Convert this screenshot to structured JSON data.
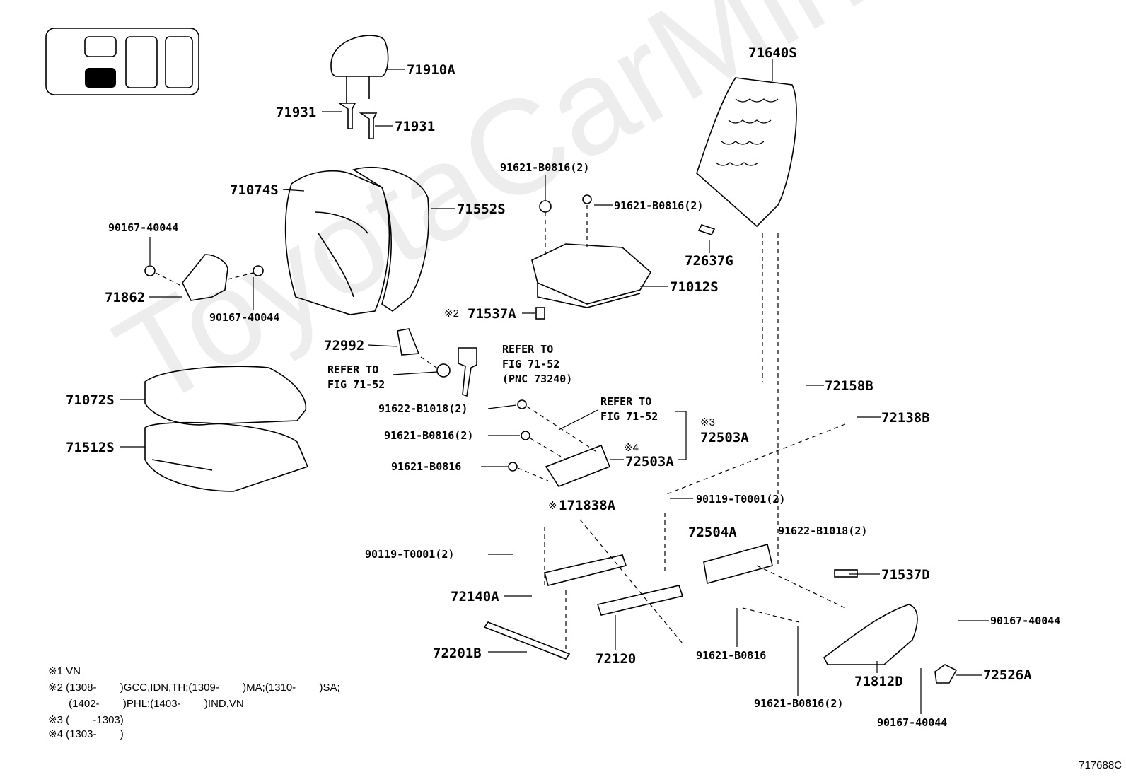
{
  "watermark": "ToyotaCarMine.ru",
  "diagram_code": "717688C",
  "labels": {
    "l71910A": "71910A",
    "l71931a": "71931",
    "l71931b": "71931",
    "l71074S": "71074S",
    "l71552S": "71552S",
    "l90167a": "90167-40044",
    "l90167b": "90167-40044",
    "l71862": "71862",
    "l71072S": "71072S",
    "l71512S": "71512S",
    "l91621a": "91621-B0816(2)",
    "l91621b": "91621-B0816(2)",
    "l71012S": "71012S",
    "l71537A": "71537A",
    "l71640S": "71640S",
    "l72637G": "72637G",
    "l72992": "72992",
    "refer1a": "REFER TO",
    "refer1b": "FIG 71-52",
    "refer2a": "REFER TO",
    "refer2b": "FIG 71-52",
    "refer2c": "(PNC 73240)",
    "refer3a": "REFER TO",
    "refer3b": "FIG 71-52",
    "l91622a": "91622-B1018(2)",
    "l91621c": "91621-B0816(2)",
    "l91621d": "91621-B0816",
    "l72503A1": "72503A",
    "l72503A2": "72503A",
    "l72158B": "72158B",
    "l72138B": "72138B",
    "l171838A": "171838A",
    "l90119a": "90119-T0001(2)",
    "l90119b": "90119-T0001(2)",
    "l72504A": "72504A",
    "l91622b": "91622-B1018(2)",
    "l71537D": "71537D",
    "l72140A": "72140A",
    "l72201B": "72201B",
    "l72120": "72120",
    "l91621e": "91621-B0816",
    "l91621f": "91621-B0816(2)",
    "l90167c": "90167-40044",
    "l90167d": "90167-40044",
    "l71812D": "71812D",
    "l72526A": "72526A",
    "mark2": "※2",
    "mark3": "※3",
    "mark4": "※4",
    "mark1": "※"
  },
  "notes": [
    "※1 VN",
    "※2 (1308-        )GCC,IDN,TH;(1309-        )MA;(1310-        )SA;",
    "       (1402-        )PHL;(1403-        )IND,VN",
    "※3 (        -1303)",
    "※4 (1303-        )"
  ]
}
